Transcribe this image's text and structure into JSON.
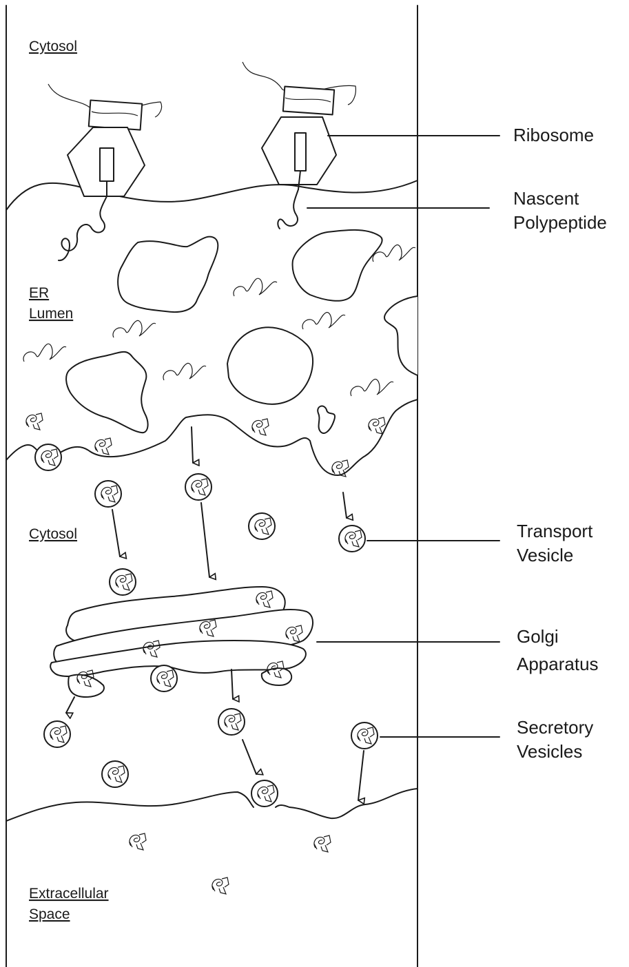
{
  "region_labels": {
    "cytosol_top": "Cytosol",
    "er_lumen_line1": "ER",
    "er_lumen_line2": "Lumen",
    "cytosol_middle": "Cytosol",
    "extracellular_line1": "Extracellular",
    "extracellular_line2": "Space"
  },
  "callouts": {
    "ribosome": [
      "Ribosome"
    ],
    "nascent_polypeptide": [
      "Nascent",
      "Polypeptide"
    ],
    "transport_vesicle": [
      "Transport",
      "Vesicle"
    ],
    "golgi_apparatus": [
      "Golgi",
      "Apparatus"
    ],
    "secretory_vesicles": [
      "Secretory",
      "Vesicles"
    ]
  },
  "colors": {
    "line": "#1a1a1a",
    "background": "#ffffff"
  }
}
